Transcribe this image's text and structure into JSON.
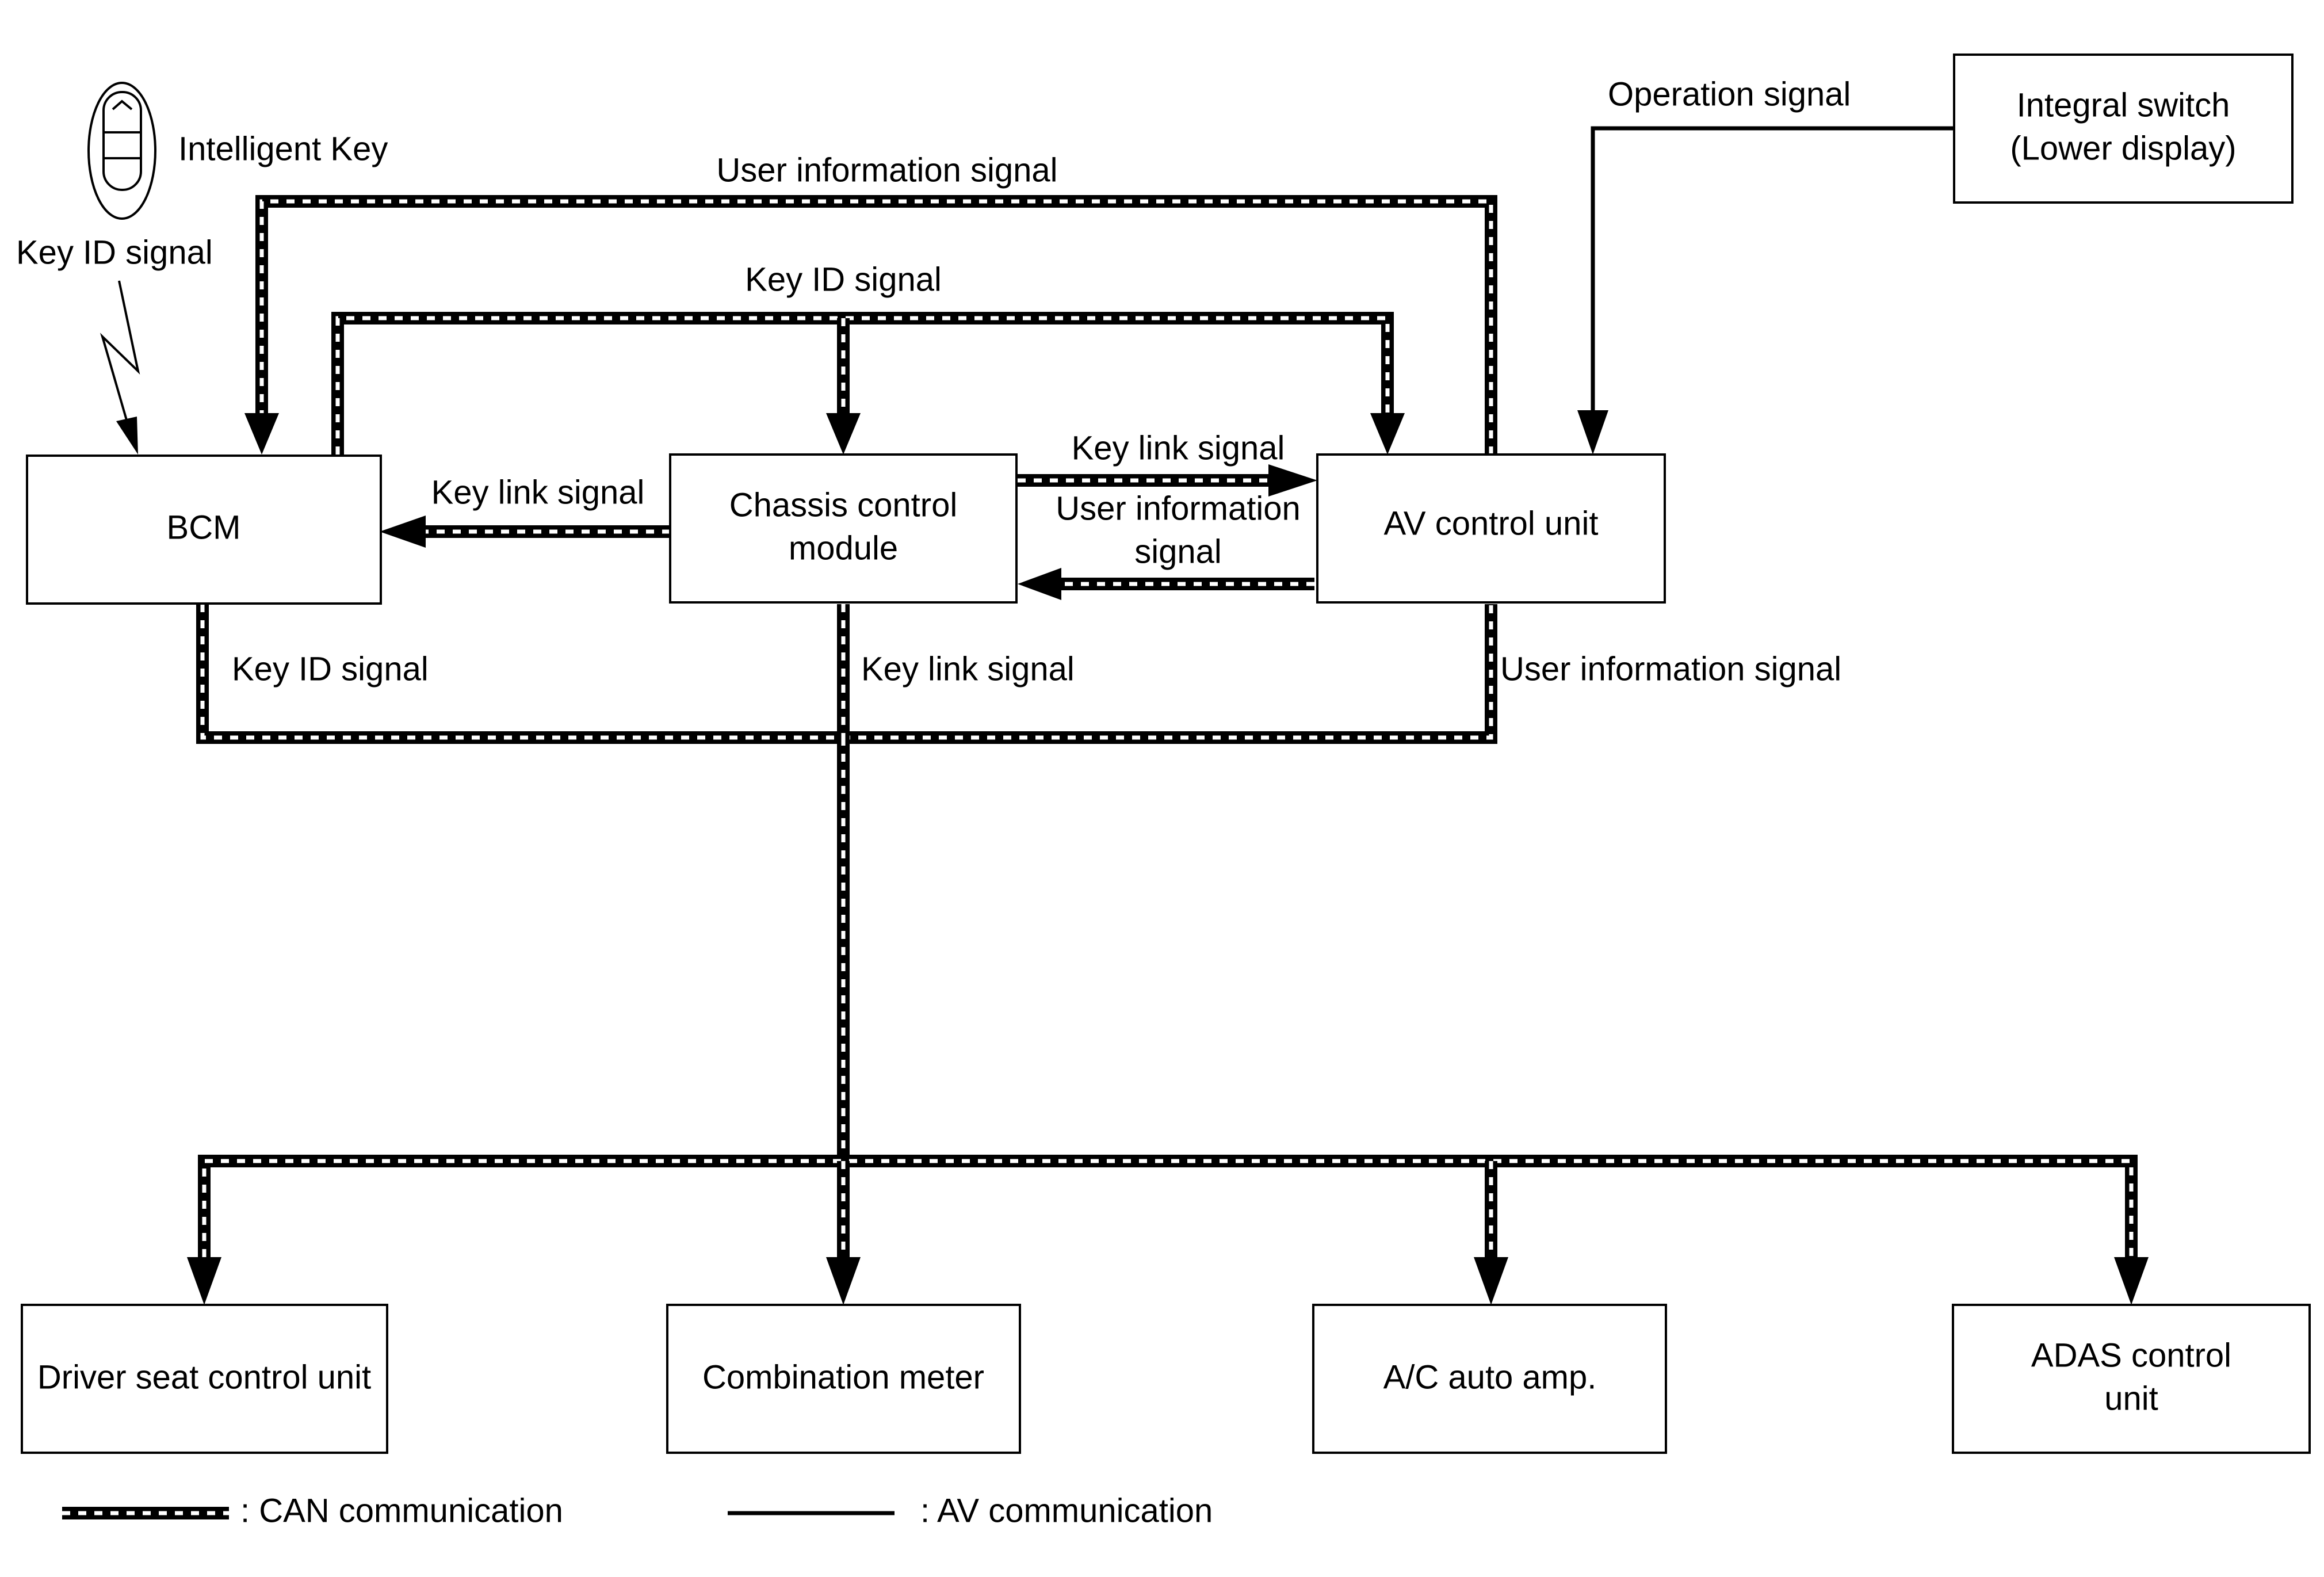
{
  "nodes": {
    "bcm": "BCM",
    "chassis_line1": "Chassis control",
    "chassis_line2": "module",
    "av_unit": "AV control unit",
    "integral_line1": "Integral switch",
    "integral_line2": "(Lower display)",
    "driver_seat": "Driver seat control unit",
    "combination_meter": "Combination meter",
    "ac_amp": "A/C auto amp.",
    "adas_line1": "ADAS control",
    "adas_line2": "unit",
    "intelligent_key": "Intelligent Key"
  },
  "signals": {
    "key_id_wireless": "Key ID signal",
    "operation": "Operation signal",
    "user_info_top": "User information signal",
    "key_id_top": "Key ID signal",
    "key_link_to_bcm": "Key link signal",
    "key_link_to_av": "Key link signal",
    "user_info_mid_line1": "User information",
    "user_info_mid_line2": "signal",
    "key_id_bottom": "Key ID signal",
    "key_link_bottom": "Key link signal",
    "user_info_bottom": "User information signal"
  },
  "legend": {
    "can": ": CAN communication",
    "av": ": AV communication"
  }
}
